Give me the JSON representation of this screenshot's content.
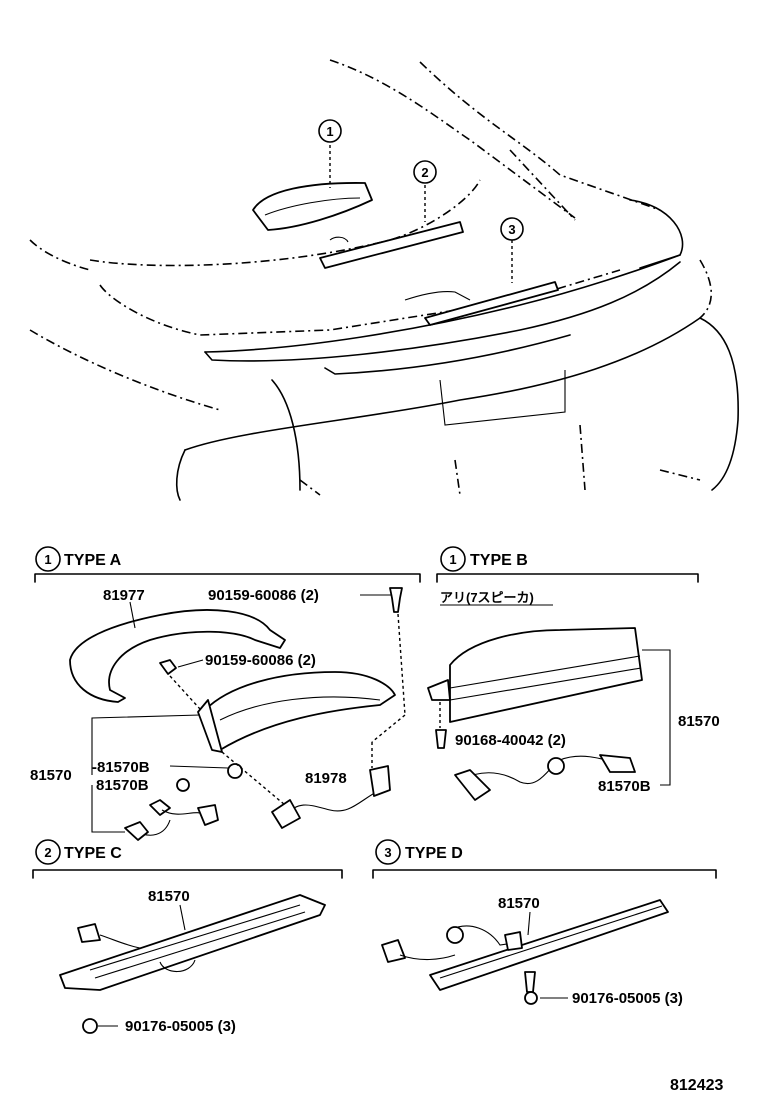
{
  "overview": {
    "callouts": [
      "1",
      "2",
      "3"
    ]
  },
  "sections": {
    "type_a": {
      "marker": "1",
      "title": "TYPE  A"
    },
    "type_b": {
      "marker": "1",
      "title": "TYPE  B",
      "note": "アリ(7スピーカ)"
    },
    "type_c": {
      "marker": "2",
      "title": "TYPE  C"
    },
    "type_d": {
      "marker": "3",
      "title": "TYPE  D"
    }
  },
  "labels": {
    "a_81977": "81977",
    "a_bolt_top": "90159-60086 (2)",
    "a_bolt_mid": "90159-60086 (2)",
    "a_81570": "81570",
    "a_81570b_1": "-81570B",
    "a_81570b_2": "81570B",
    "a_81978": "81978",
    "b_screw": "90168-40042 (2)",
    "b_81570": "81570",
    "b_81570b": "81570B",
    "c_81570": "81570",
    "c_clip": "90176-05005 (3)",
    "d_81570": "81570",
    "d_clip": "90176-05005 (3)"
  },
  "figure_number": "812423"
}
